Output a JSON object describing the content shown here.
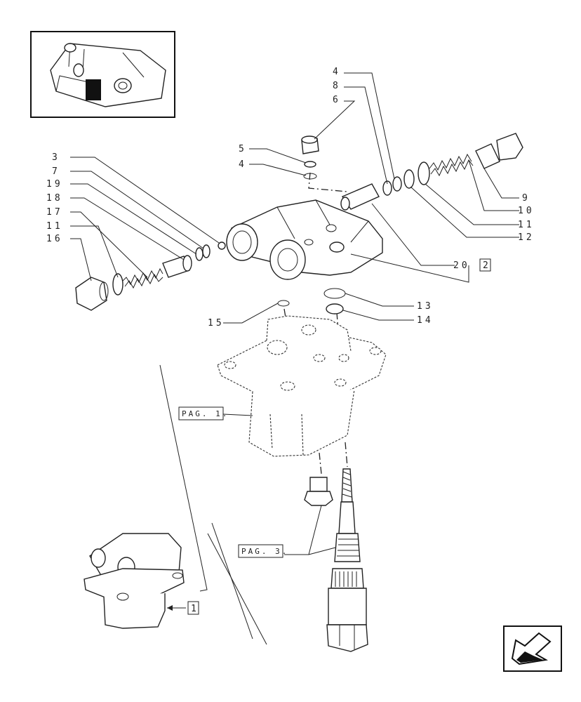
{
  "labels": {
    "n3": "3",
    "n7": "7",
    "n19": "19",
    "n18": "18",
    "n17": "17",
    "n11a": "11",
    "n16": "16",
    "n5": "5",
    "n4a": "4",
    "n4b": "4",
    "n8": "8",
    "n6": "6",
    "n9": "9",
    "n10": "10",
    "n11b": "11",
    "n12": "12",
    "n20": "20",
    "box2": "2",
    "n13": "13",
    "n14": "14",
    "n15": "15",
    "pag1": "PAG. 1.",
    "pag3": "PAG. 3.",
    "box1": "1"
  },
  "icons": [
    "thumbnail-locator",
    "return-arrow-icon"
  ]
}
